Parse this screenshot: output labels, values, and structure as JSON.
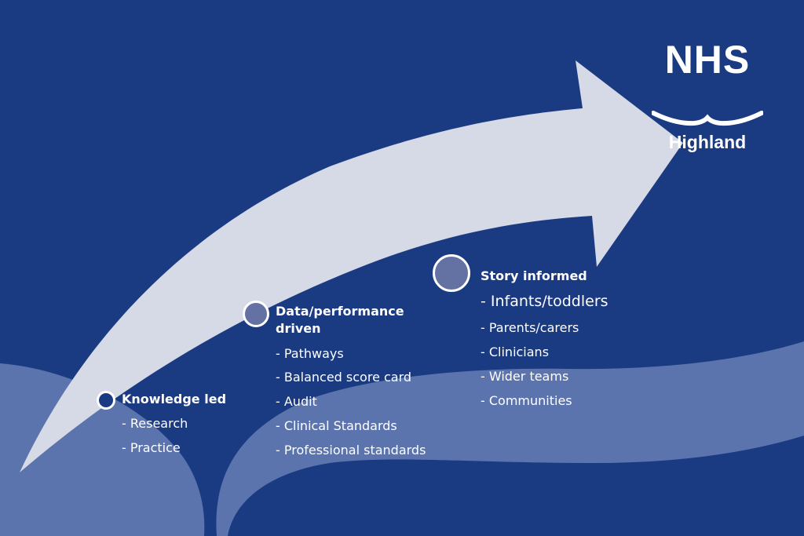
{
  "logo": {
    "brand": "NHS",
    "region": "Highland"
  },
  "colors": {
    "background": "#1a3a82",
    "wave": "#5b74ad",
    "arrow": "#d6d9e6",
    "node_fill": "#6372a3",
    "text": "#ffffff"
  },
  "stages": [
    {
      "title": "Knowledge led",
      "items": [
        "- Research",
        "- Practice"
      ]
    },
    {
      "title": "Data/performance driven",
      "title_lines": [
        "Data/performance",
        "driven"
      ],
      "items": [
        "-  Pathways",
        "- Balanced score card",
        "- Audit",
        "- Clinical Standards",
        "- Professional standards"
      ]
    },
    {
      "title": "Story informed",
      "items": [
        "- Infants/toddlers",
        "- Parents/carers",
        "- Clinicians",
        "- Wider teams",
        "- Communities"
      ]
    }
  ]
}
